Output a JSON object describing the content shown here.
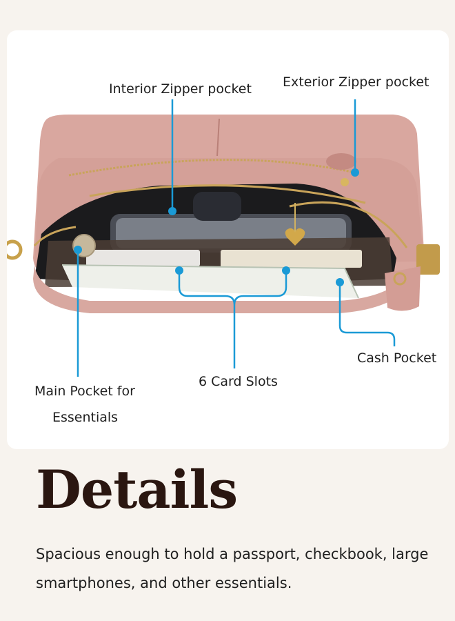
{
  "callouts": {
    "interior_zipper": "Interior Zipper pocket",
    "exterior_zipper": "Exterior Zipper pocket",
    "main_pocket_line1": "Main Pocket for",
    "main_pocket_line2": "Essentials",
    "card_slots": "6 Card Slots",
    "cash_pocket": "Cash Pocket"
  },
  "heading": "Details",
  "description": "Spacious enough to hold a passport, checkbook, large smartphones, and other essentials.",
  "colors": {
    "page_background": "#f7f3ee",
    "leather": "#d6a29b",
    "callout_line": "#1a9ad6",
    "heading": "#2a1610"
  }
}
